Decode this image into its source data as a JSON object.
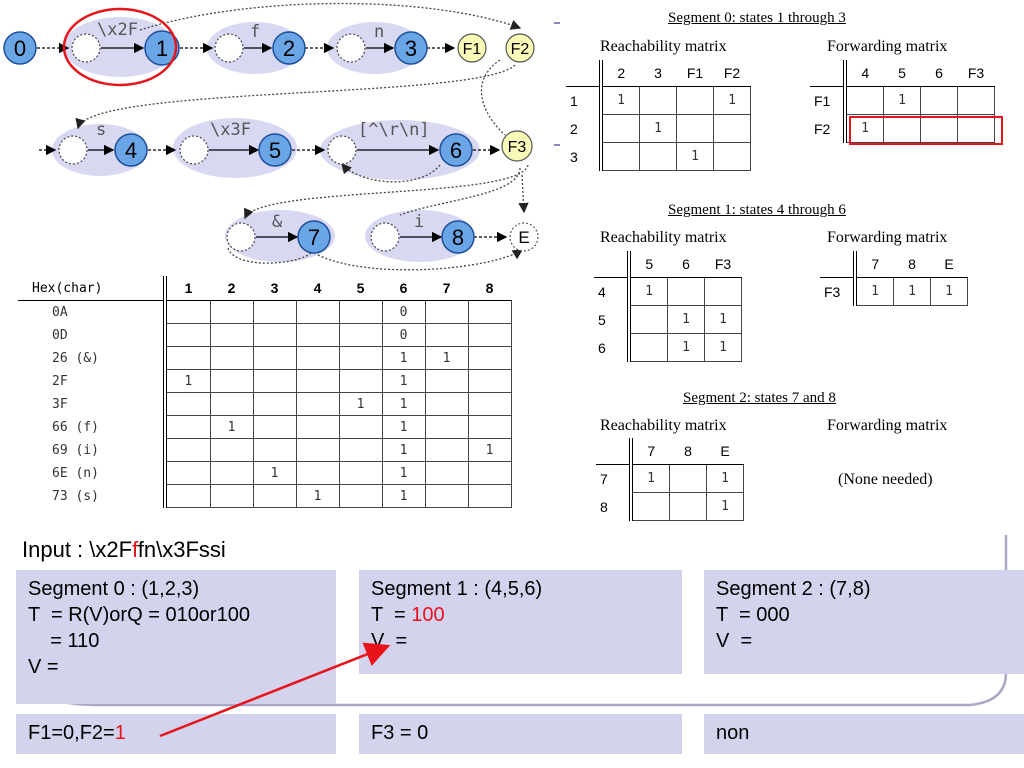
{
  "automaton": {
    "states": [
      "0",
      "1",
      "2",
      "3",
      "4",
      "5",
      "6",
      "7",
      "8"
    ],
    "finals": [
      "F1",
      "F2",
      "F3",
      "E"
    ],
    "edge_labels": [
      "\\x2F",
      "f",
      "n",
      "s",
      "\\x3F",
      "[^\\r\\n]",
      "&",
      "i"
    ]
  },
  "hex_table": {
    "header": "Hex(char)",
    "columns": [
      "1",
      "2",
      "3",
      "4",
      "5",
      "6",
      "7",
      "8"
    ],
    "rows": [
      {
        "label": "0A",
        "cells": [
          "",
          "",
          "",
          "",
          "",
          "0",
          "",
          ""
        ]
      },
      {
        "label": "0D",
        "cells": [
          "",
          "",
          "",
          "",
          "",
          "0",
          "",
          ""
        ]
      },
      {
        "label": "26  (&)",
        "cells": [
          "",
          "",
          "",
          "",
          "",
          "1",
          "1",
          ""
        ]
      },
      {
        "label": "2F",
        "cells": [
          "1",
          "",
          "",
          "",
          "",
          "1",
          "",
          ""
        ]
      },
      {
        "label": "3F",
        "cells": [
          "",
          "",
          "",
          "",
          "1",
          "1",
          "",
          ""
        ]
      },
      {
        "label": "66  (f)",
        "cells": [
          "",
          "1",
          "",
          "",
          "",
          "1",
          "",
          ""
        ]
      },
      {
        "label": "69  (i)",
        "cells": [
          "",
          "",
          "",
          "",
          "",
          "1",
          "",
          "1"
        ]
      },
      {
        "label": "6E  (n)",
        "cells": [
          "",
          "",
          "1",
          "",
          "",
          "1",
          "",
          ""
        ]
      },
      {
        "label": "73  (s)",
        "cells": [
          "",
          "",
          "",
          "1",
          "",
          "1",
          "",
          ""
        ]
      }
    ]
  },
  "segments": [
    {
      "title": "Segment 0: states 1 through 3",
      "reach_label": "Reachability matrix",
      "fwd_label": "Forwarding matrix",
      "reach": {
        "cols": [
          "2",
          "3",
          "F1",
          "F2"
        ],
        "rows": [
          {
            "label": "1",
            "cells": [
              "1",
              "",
              "",
              "1"
            ]
          },
          {
            "label": "2",
            "cells": [
              "",
              "1",
              "",
              ""
            ]
          },
          {
            "label": "3",
            "cells": [
              "",
              "",
              "1",
              ""
            ]
          }
        ]
      },
      "fwd": {
        "cols": [
          "4",
          "5",
          "6",
          "F3"
        ],
        "rows": [
          {
            "label": "F1",
            "cells": [
              "",
              "1",
              "",
              ""
            ]
          },
          {
            "label": "F2",
            "cells": [
              "1",
              "",
              "",
              ""
            ]
          }
        ]
      }
    },
    {
      "title": "Segment 1: states 4 through 6",
      "reach_label": "Reachability matrix",
      "fwd_label": "Forwarding matrix",
      "reach": {
        "cols": [
          "5",
          "6",
          "F3"
        ],
        "rows": [
          {
            "label": "4",
            "cells": [
              "1",
              "",
              ""
            ]
          },
          {
            "label": "5",
            "cells": [
              "",
              "1",
              "1"
            ]
          },
          {
            "label": "6",
            "cells": [
              "",
              "1",
              "1"
            ]
          }
        ]
      },
      "fwd": {
        "cols": [
          "7",
          "8",
          "E"
        ],
        "rows": [
          {
            "label": "F3",
            "cells": [
              "1",
              "1",
              "1"
            ]
          }
        ]
      }
    },
    {
      "title": "Segment 2: states 7 and 8",
      "reach_label": "Reachability matrix",
      "fwd_label": "Forwarding matrix",
      "reach": {
        "cols": [
          "7",
          "8",
          "E"
        ],
        "rows": [
          {
            "label": "7",
            "cells": [
              "1",
              "",
              "1"
            ]
          },
          {
            "label": "8",
            "cells": [
              "",
              "",
              "1"
            ]
          }
        ]
      },
      "none_needed": "(None needed)"
    }
  ],
  "input_line": {
    "prefix": "Input : \\x2F",
    "highlight": "f",
    "suffix": "fn\\x3Fssi"
  },
  "panels": {
    "seg0": {
      "title": "Segment 0 : (1,2,3)",
      "t_line": "T  = R(V)orQ = 010or100",
      "t_line2": "    = 110",
      "v_line": "V ="
    },
    "seg1": {
      "title": "Segment 1 : (4,5,6)",
      "t_prefix": "T  = ",
      "t_value": "100",
      "v_line": "V  ="
    },
    "seg2": {
      "title": "Segment 2 : (7,8)",
      "t_line": "T  = 000",
      "v_line": "V  ="
    },
    "f0": {
      "prefix": "F1=0,F2=",
      "value": "1"
    },
    "f1": {
      "text": "F3 = 0"
    },
    "f2": {
      "text": "non"
    }
  },
  "colors": {
    "state_fill": "#6aa6e6",
    "state_stroke": "#1e4f9a",
    "halo": "#d8d8f2",
    "final_fill": "#fafab8",
    "highlight_red": "#e8141c",
    "panel_bg": "#d3d3ee",
    "connector": "#a8a8c8"
  }
}
